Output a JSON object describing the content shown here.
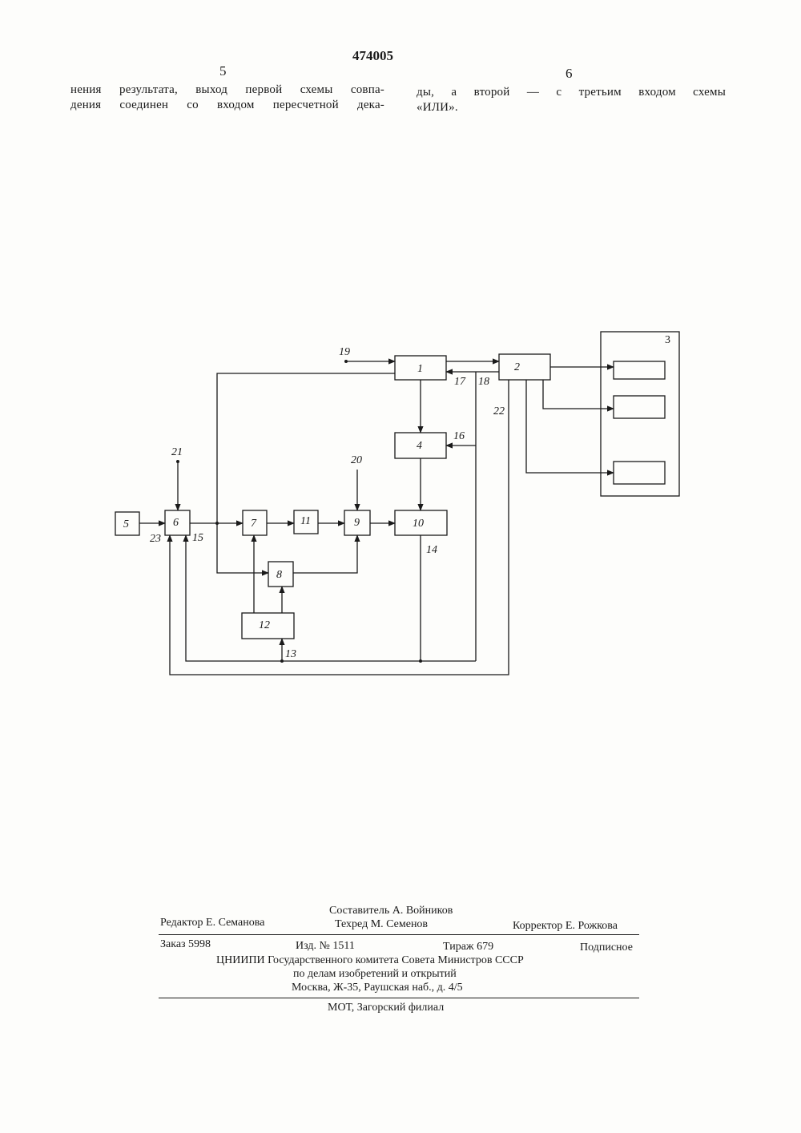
{
  "header": {
    "patent_number": "474005",
    "left_column_number": "5",
    "right_column_number": "6"
  },
  "text": {
    "left_lines": [
      "нения результата, выход первой схемы совпа-",
      "дения соединен со входом пересчетной дека-"
    ],
    "right_lines": [
      "ды, а второй — с третьим входом схемы",
      "«ИЛИ»."
    ]
  },
  "diagram": {
    "blocks": [
      {
        "id": "block-1",
        "label": "1"
      },
      {
        "id": "block-2",
        "label": "2"
      },
      {
        "id": "block-3",
        "label": "3"
      },
      {
        "id": "block-4",
        "label": "4"
      },
      {
        "id": "block-5",
        "label": "5"
      },
      {
        "id": "block-6",
        "label": "6"
      },
      {
        "id": "block-7",
        "label": "7"
      },
      {
        "id": "block-8",
        "label": "8"
      },
      {
        "id": "block-9",
        "label": "9"
      },
      {
        "id": "block-10",
        "label": "10"
      },
      {
        "id": "block-11",
        "label": "11"
      },
      {
        "id": "block-12",
        "label": "12"
      }
    ],
    "line_labels": [
      "13",
      "14",
      "15",
      "16",
      "17",
      "18",
      "19",
      "20",
      "21",
      "22",
      "23"
    ]
  },
  "colophon": {
    "compiler": "Составитель А. Войников",
    "editor": "Редактор Е. Семанова",
    "techred": "Техред М. Семенов",
    "corrector": "Корректор Е. Рожкова",
    "order": "Заказ 5998",
    "edition": "Изд. № 1511",
    "circulation": "Тираж 679",
    "subscription": "Подписное",
    "org_line1": "ЦНИИПИ Государственного комитета Совета Министров СССР",
    "org_line2": "по делам изобретений и открытий",
    "address": "Москва, Ж-35, Раушская наб., д. 4/5",
    "printer": "МОТ, Загорский филиал"
  }
}
